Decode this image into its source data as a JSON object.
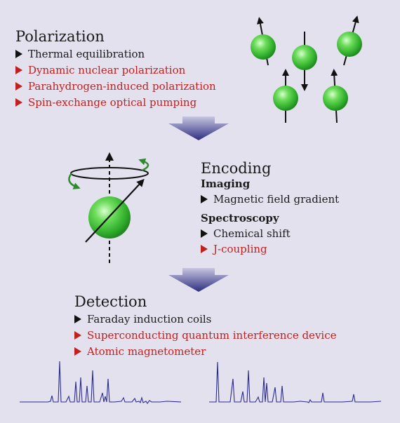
{
  "polarization": {
    "title": "Polarization",
    "items": [
      {
        "label": "Thermal equilibration",
        "color": "#1a1a1a"
      },
      {
        "label": "Dynamic nuclear polarization",
        "color": "#c0201e"
      },
      {
        "label": "Parahydrogen-induced polarization",
        "color": "#c0201e"
      },
      {
        "label": "Spin-exchange optical pumping",
        "color": "#c0201e"
      }
    ]
  },
  "encoding": {
    "title": "Encoding",
    "imaging_label": "Imaging",
    "imaging_items": [
      {
        "label": "Magnetic field gradient",
        "color": "#1a1a1a"
      }
    ],
    "spectroscopy_label": "Spectroscopy",
    "spectroscopy_items": [
      {
        "label": "Chemical shift",
        "color": "#1a1a1a"
      },
      {
        "label": "J-coupling",
        "color": "#c0201e"
      }
    ]
  },
  "detection": {
    "title": "Detection",
    "items": [
      {
        "label": "Faraday induction coils",
        "color": "#1a1a1a"
      },
      {
        "label": "Superconducting quantum interference device",
        "color": "#c0201e"
      },
      {
        "label": "Atomic magnetometer",
        "color": "#c0201e"
      }
    ]
  },
  "colors": {
    "background": "#e4e1ef",
    "accent_red": "#c0201e",
    "sphere_green": "#3ec33a",
    "arrow_blue": "#3a3a8c",
    "spectrum_blue": "#2b2b8f"
  },
  "icons": [
    "spin-sphere-icon",
    "down-chevron-arrow-icon",
    "precession-arrow-icon"
  ]
}
